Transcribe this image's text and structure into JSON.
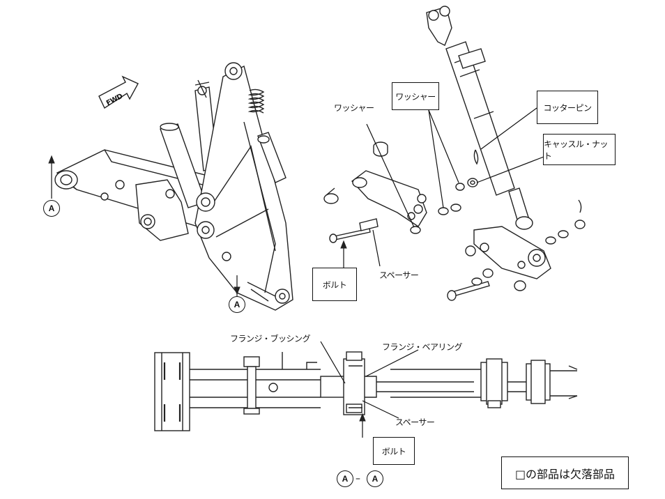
{
  "labels": {
    "fwd": "FWD",
    "washer_1": "ワッシャー",
    "washer_2": "ワッシャー",
    "cotter_pin": "コッターピン",
    "castle_nut": "キャッスル・ナット",
    "bolt_1": "ボルト",
    "spacer_1": "スペーサー",
    "flange_bushing": "フランジ・ブッシング",
    "flange_bearing": "フランジ・ベアリング",
    "spacer_2": "スペーサー",
    "bolt_2": "ボルト",
    "section_a1": "A",
    "section_a2": "A",
    "section_ref_left": "A",
    "section_ref_right": "A",
    "section_dash": "–",
    "legend": "□の部品は欠落部品"
  }
}
